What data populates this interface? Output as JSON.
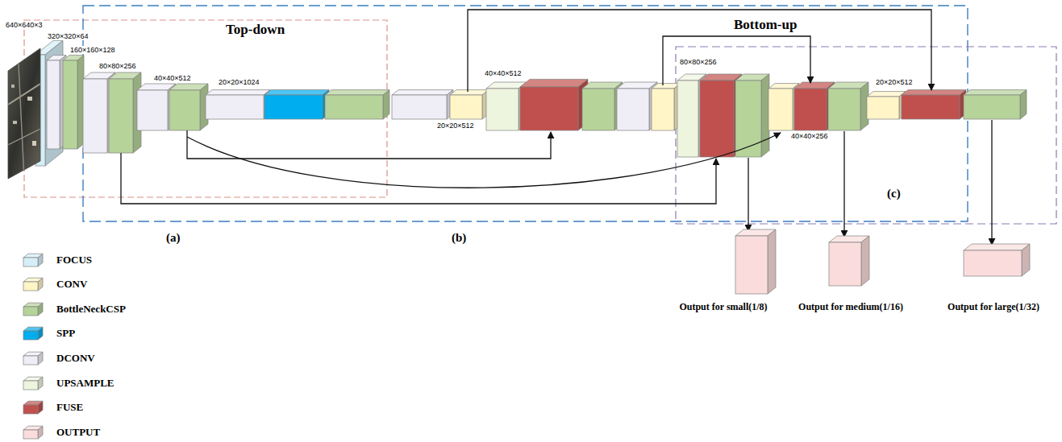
{
  "diagram": {
    "nodes": [
      {
        "text": [
          "Output for small(1/8)"
        ]
      },
      {
        "text": [
          "Output for medium(1/16)"
        ]
      },
      {
        "text": [
          "Output for large(1/32)"
        ]
      }
    ],
    "labels": [
      "640×640×3",
      "320×320×64",
      "160×160×128",
      "80×80×256",
      "40×40×512",
      "20×20×1024",
      "Top-down",
      "20×20×512",
      "40×40×512",
      "80×80×256",
      "Bottom-up",
      "40×40×256",
      "20×20×512",
      "(a)",
      "(b)",
      "(c)"
    ],
    "legend": [
      {
        "text": "FOCUS",
        "color": "#d6eef8"
      },
      {
        "text": "CONV",
        "color": "#fff5c6"
      },
      {
        "text": "BottleNeckCSP",
        "color": "#b6d39a"
      },
      {
        "text": "SPP",
        "color": "#00aeef"
      },
      {
        "text": "DCONV",
        "color": "#efedf6"
      },
      {
        "text": "UPSAMPLE",
        "color": "#eef5de"
      },
      {
        "text": "FUSE",
        "color": "#c0504d"
      },
      {
        "text": "OUTPUT",
        "color": "#fadcdc"
      }
    ]
  }
}
